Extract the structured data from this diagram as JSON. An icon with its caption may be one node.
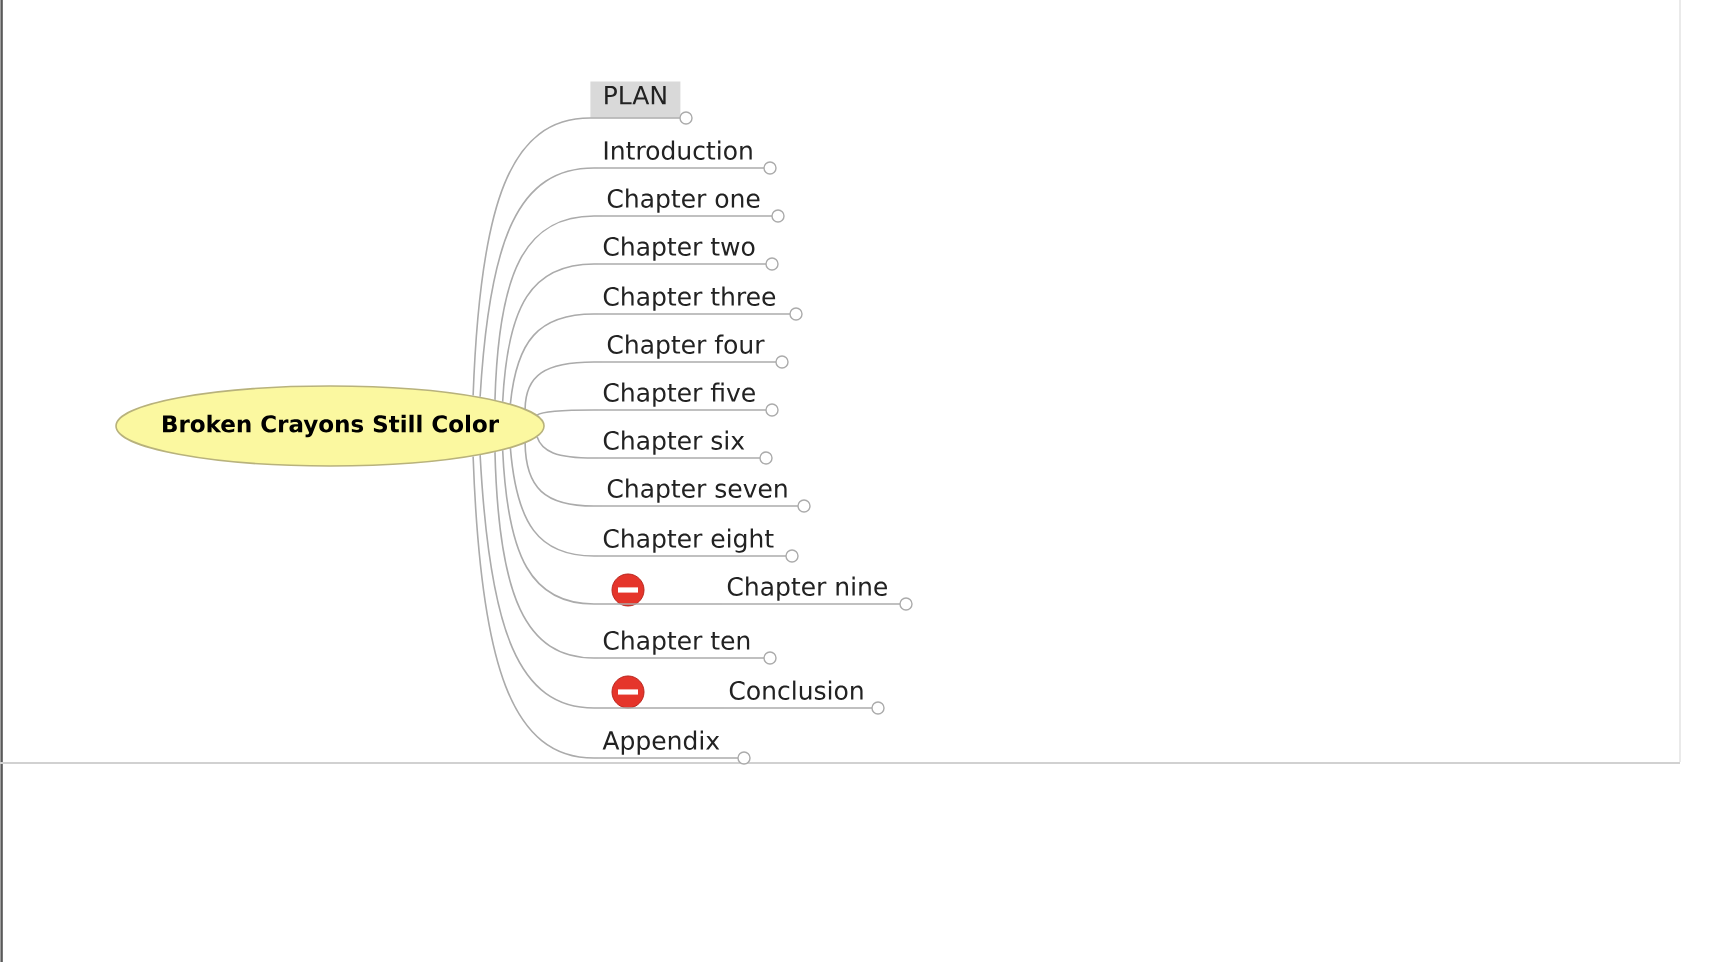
{
  "diagram": {
    "nodes": [
      {
        "text": [
          "Broken Crayons Still Color"
        ]
      },
      {
        "text": [
          "PLAN"
        ]
      },
      {
        "text": [
          "Introduction"
        ]
      },
      {
        "text": [
          "Chapter one"
        ]
      },
      {
        "text": [
          "Chapter two"
        ]
      },
      {
        "text": [
          "Chapter three"
        ]
      },
      {
        "text": [
          "Chapter four"
        ]
      },
      {
        "text": [
          "Chapter five"
        ]
      },
      {
        "text": [
          "Chapter six"
        ]
      },
      {
        "text": [
          "Chapter seven"
        ]
      },
      {
        "text": [
          "Chapter eight"
        ]
      },
      {
        "text": [
          "Chapter nine"
        ]
      },
      {
        "text": [
          "Chapter ten"
        ]
      },
      {
        "text": [
          "Conclusion"
        ]
      },
      {
        "text": [
          "Appendix"
        ]
      }
    ],
    "edges": [
      {
        "from": 0,
        "to": 1,
        "arrow": "none"
      },
      {
        "from": 0,
        "to": 2,
        "arrow": "none"
      },
      {
        "from": 0,
        "to": 3,
        "arrow": "none"
      },
      {
        "from": 0,
        "to": 4,
        "arrow": "none"
      },
      {
        "from": 0,
        "to": 5,
        "arrow": "none"
      },
      {
        "from": 0,
        "to": 6,
        "arrow": "none"
      },
      {
        "from": 0,
        "to": 7,
        "arrow": "none"
      },
      {
        "from": 0,
        "to": 8,
        "arrow": "none"
      },
      {
        "from": 0,
        "to": 9,
        "arrow": "none"
      },
      {
        "from": 0,
        "to": 10,
        "arrow": "none"
      },
      {
        "from": 0,
        "to": 11,
        "arrow": "none"
      },
      {
        "from": 0,
        "to": 12,
        "arrow": "none"
      },
      {
        "from": 0,
        "to": 13,
        "arrow": "none"
      },
      {
        "from": 0,
        "to": 14,
        "arrow": "none"
      }
    ]
  }
}
